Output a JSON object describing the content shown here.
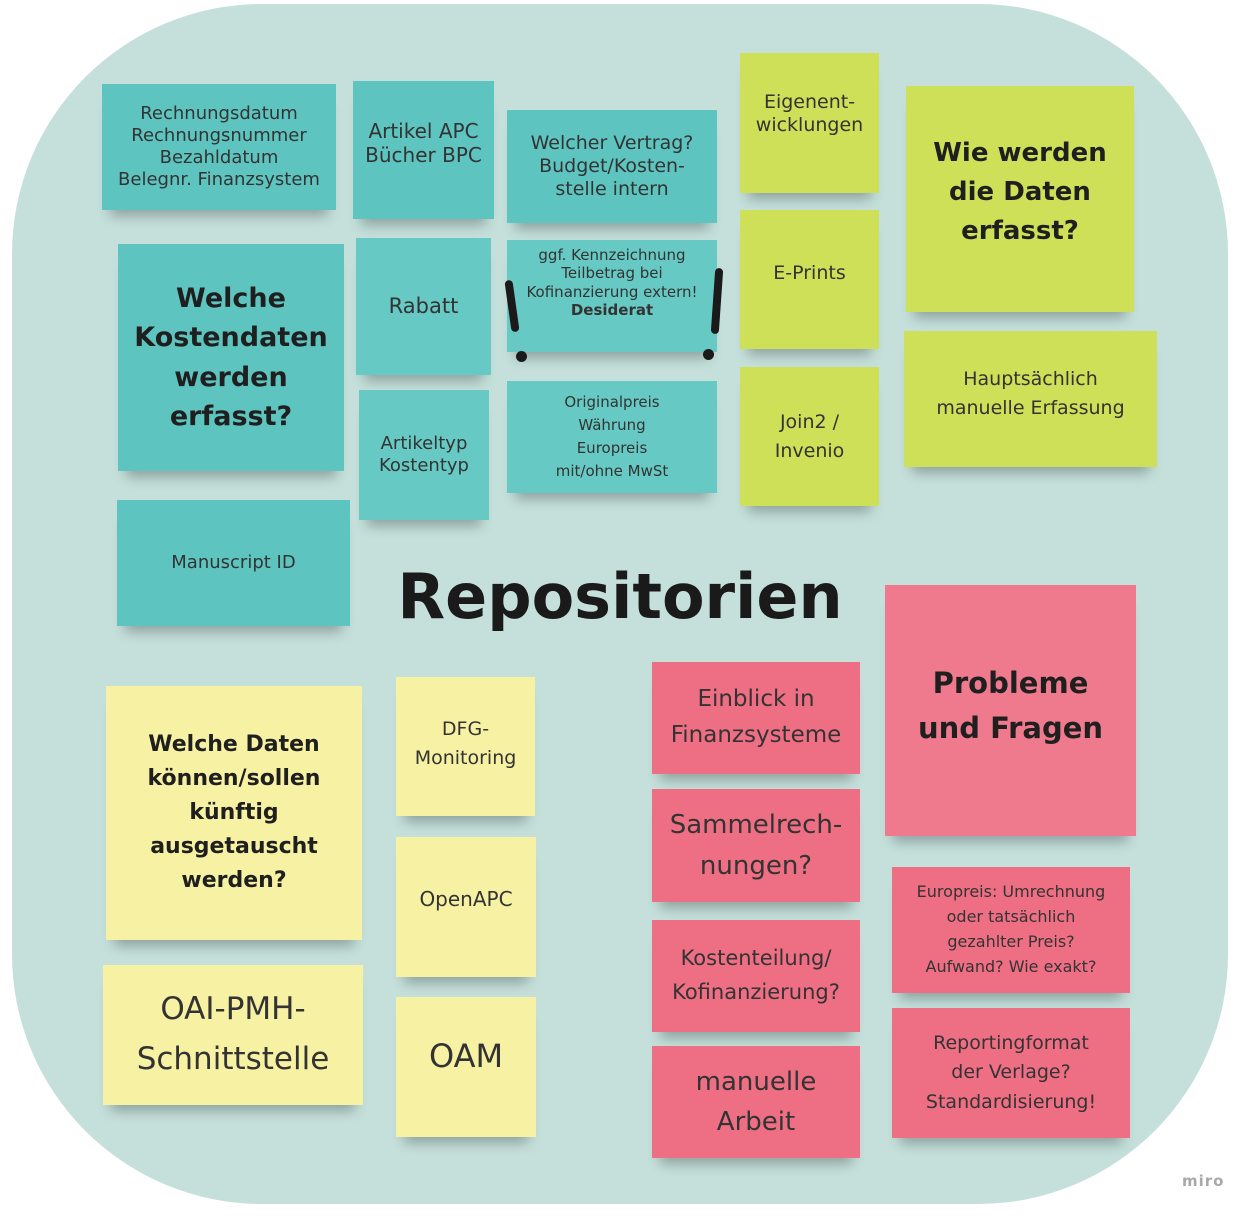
{
  "title": "Repositorien",
  "watermark": "miro",
  "notes": {
    "rechnungsdaten": [
      "Rechnungsdatum",
      "Rechnungsnummer",
      "Bezahldatum",
      "Belegnr. Finanzsystem"
    ],
    "artikel": [
      "Artikel APC",
      "Bücher BPC"
    ],
    "vertrag": [
      "Welcher Vertrag?",
      "Budget/Kosten-",
      "stelle intern"
    ],
    "eigenentwicklungen": [
      "Eigenent-",
      "wicklungen"
    ],
    "daten_erfasst": [
      "Wie werden",
      "die Daten",
      "erfasst?"
    ],
    "kostendaten": [
      "Welche",
      "Kostendaten",
      "werden",
      "erfasst?"
    ],
    "rabatt": "Rabatt",
    "kennzeichnung": [
      "ggf. Kennzeichnung",
      "Teilbetrag bei",
      "Kofinanzierung extern!"
    ],
    "desiderat": "Desiderat",
    "eprints": "E-Prints",
    "manuelle_erfassung": [
      "Hauptsächlich",
      "manuelle Erfassung"
    ],
    "artikeltyp": [
      "Artikeltyp",
      "Kostentyp"
    ],
    "originalpreis": [
      "Originalpreis",
      "Währung",
      "Europreis",
      "mit/ohne MwSt"
    ],
    "join2": [
      "Join2 /",
      "Invenio"
    ],
    "manuscript": "Manuscript ID",
    "probleme": [
      "Probleme",
      "und Fragen"
    ],
    "welche_daten": [
      "Welche Daten",
      "können/sollen",
      "künftig",
      "ausgetauscht",
      "werden?"
    ],
    "dfg": [
      "DFG-",
      "Monitoring"
    ],
    "einblick": [
      "Einblick in",
      "Finanzsysteme"
    ],
    "sammelrechnungen": [
      "Sammelrech-",
      "nungen?"
    ],
    "openapc": "OpenAPC",
    "europreis": [
      "Europreis: Umrechnung",
      "oder tatsächlich",
      "gezahlter Preis?",
      "Aufwand? Wie exakt?"
    ],
    "kostenteilung": [
      "Kostenteilung/",
      "Kofinanzierung?"
    ],
    "oaipmh": [
      "OAI-PMH-",
      "Schnittstelle"
    ],
    "oam": "OAM",
    "reporting": [
      "Reportingformat",
      "der Verlage?",
      "Standardisierung!"
    ],
    "manuelle_arbeit": [
      "manuelle",
      "Arbeit"
    ]
  }
}
